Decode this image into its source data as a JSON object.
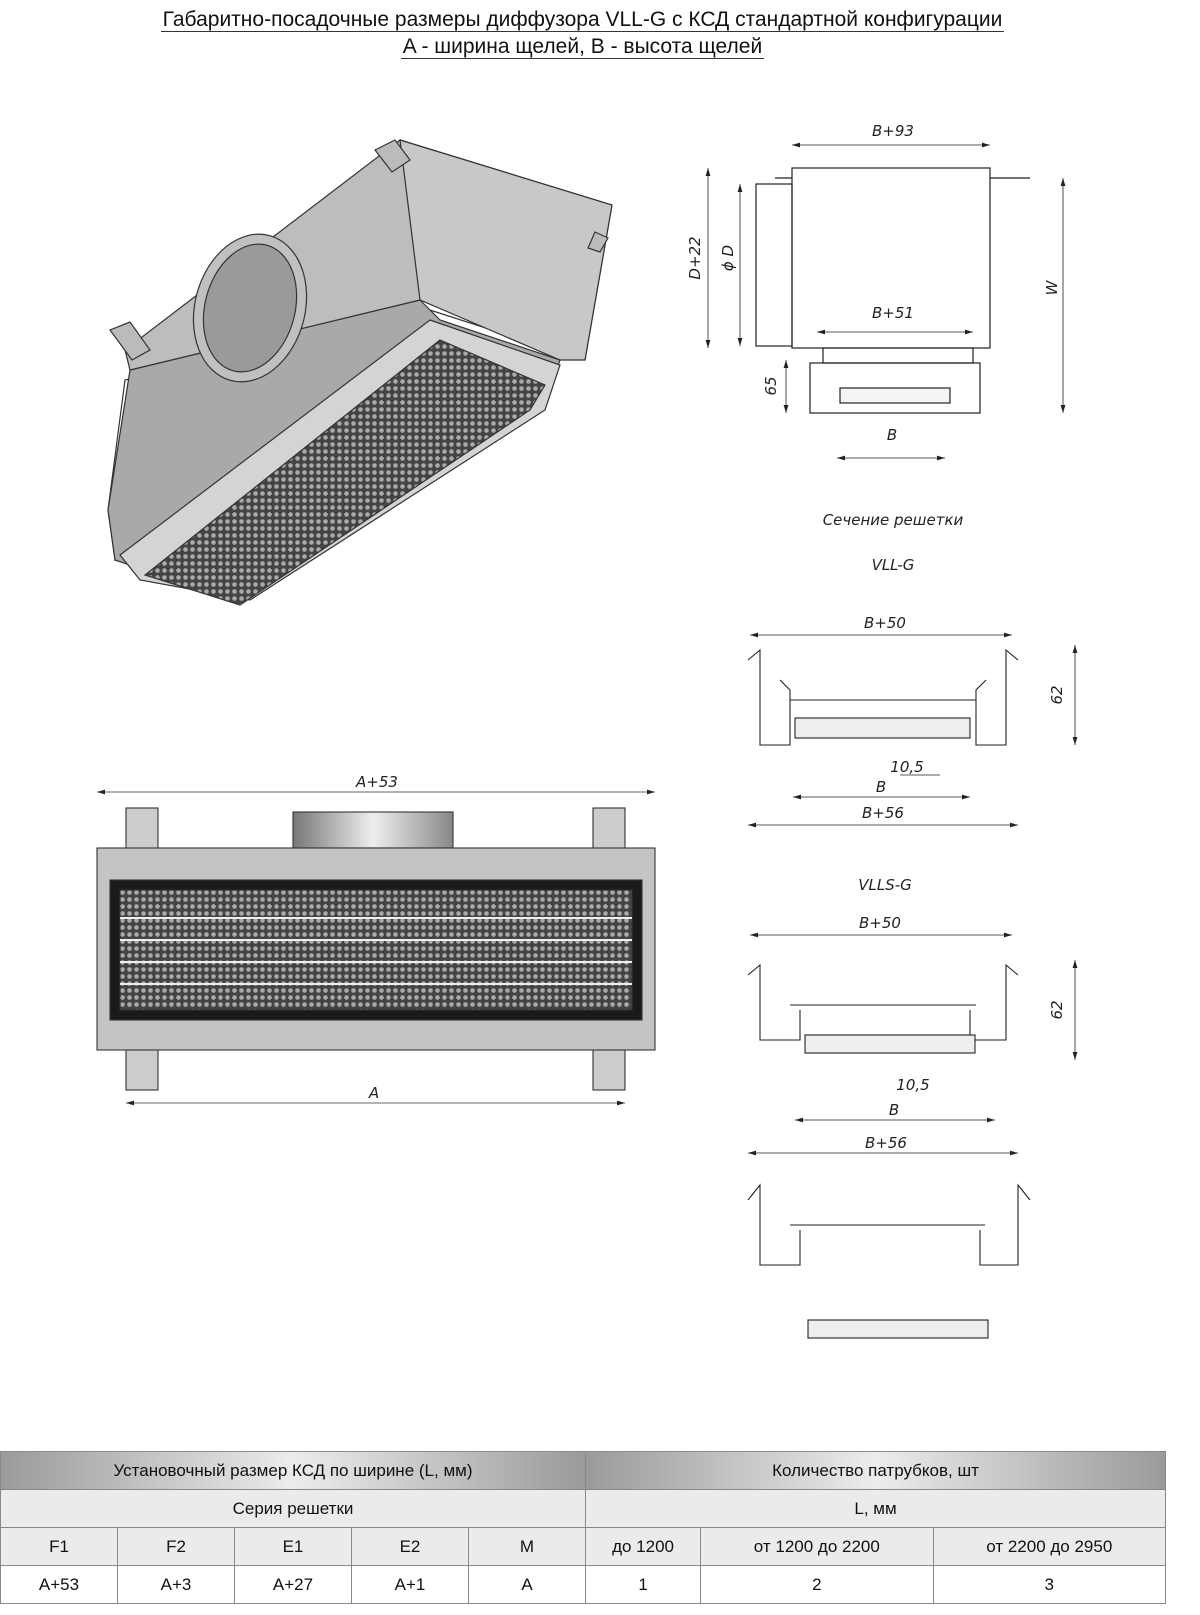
{
  "title": {
    "line1": "Габаритно-посадочные размеры диффузора VLL-G с КСД стандартной конфигурации",
    "line2": "A - ширина щелей, B - высота щелей"
  },
  "side_view": {
    "top_width": "B+93",
    "duct_height": "D+22",
    "diameter": "ϕ D",
    "overall": "W",
    "inner_width": "B+51",
    "grille_height": "65",
    "slot": "B"
  },
  "section": {
    "heading": "Сечение решетки",
    "vll_g": {
      "name": "VLL-G",
      "top": "B+50",
      "height": "62",
      "pitch": "10,5",
      "slot": "B",
      "bottom": "B+56"
    },
    "vlls_g": {
      "name": "VLLS-G",
      "top": "B+50",
      "height": "62",
      "pitch": "10,5",
      "slot": "B",
      "bottom": "B+56"
    }
  },
  "front_view": {
    "overall": "A+53",
    "slot": "A"
  },
  "table": {
    "left_header": "Установочный размер КСД по ширине (L, мм)",
    "right_header": "Количество патрубков, шт",
    "left_sub": "Серия решетки",
    "right_sub": "L, мм",
    "series": [
      "F1",
      "F2",
      "E1",
      "E2",
      "M"
    ],
    "ranges": [
      "до 1200",
      "от 1200 до 2200",
      "от 2200 до 2950"
    ],
    "series_values": [
      "A+53",
      "A+3",
      "A+27",
      "A+1",
      "A"
    ],
    "range_values": [
      "1",
      "2",
      "3"
    ]
  },
  "colors": {
    "metal": "#b9b9b9",
    "dark": "#333333",
    "header_gray": "#9a9a9a"
  }
}
